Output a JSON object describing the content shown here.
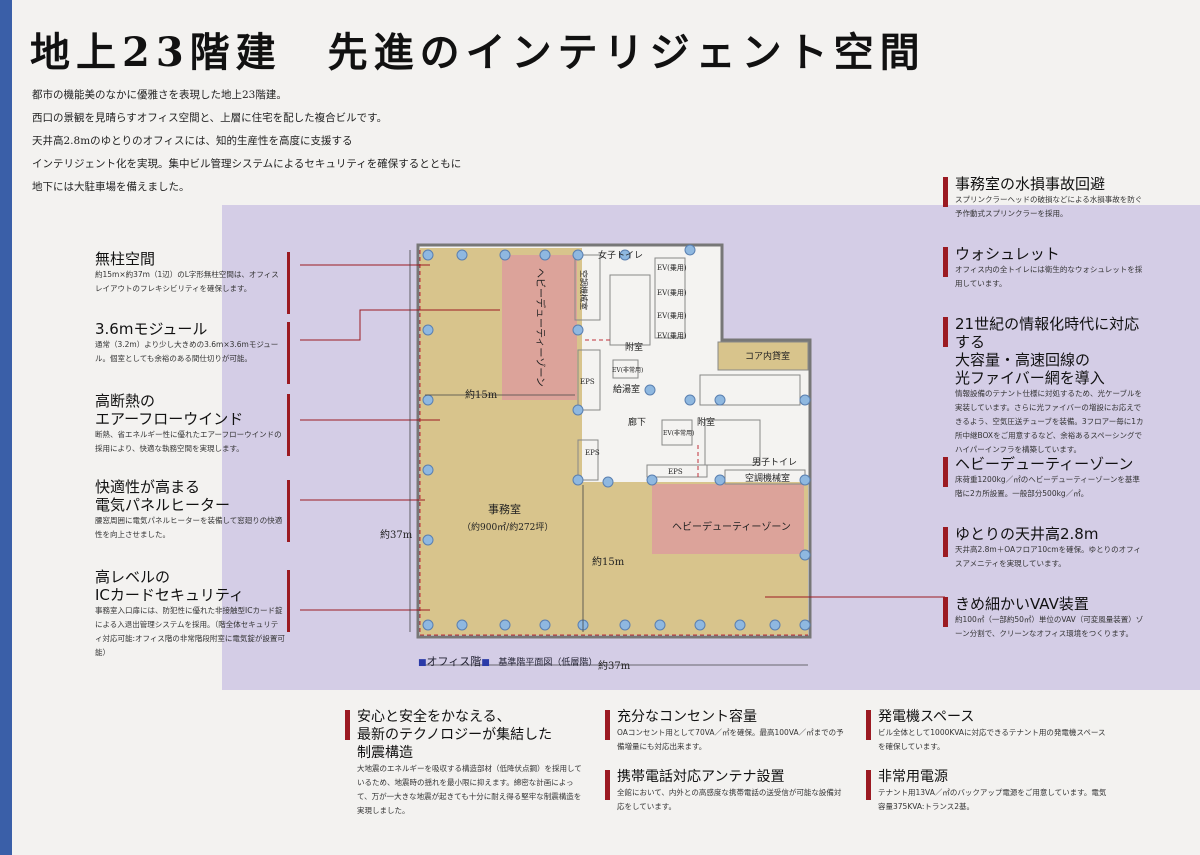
{
  "title": "地上23階建　先進のインテリジェント空間",
  "intro": [
    "都市の機能美のなかに優雅さを表現した地上23階建。",
    "西口の景観を見晴らすオフィス空間と、上層に住宅を配した複合ビルです。",
    "天井高2.8mのゆとりのオフィスには、知的生産性を高度に支援する",
    "インテリジェント化を実現。集中ビル管理システムによるセキュリティを確保するとともに",
    "地下には大駐車場を備えました。"
  ],
  "left_features": [
    {
      "title": "無柱空間",
      "text": "約15m×約37m（1辺）のL字形無柱空間は、オフィスレイアウトのフレキシビリティを確保します。"
    },
    {
      "title": "3.6mモジュール",
      "text": "通常（3.2m）より少し大きめの3.6m×3.6mモジュール。個室としても余裕のある間仕切りが可能。"
    },
    {
      "title": "高断熱の\nエアーフローウインド",
      "text": "断熱、省エネルギー性に優れたエアーフローウインドの採用により、快適な執務空間を実現します。"
    },
    {
      "title": "快適性が高まる\n電気パネルヒーター",
      "text": "腰窓周囲に電気パネルヒーターを装備して窓廻りの快適性を向上させました。"
    },
    {
      "title": "高レベルの\nICカードセキュリティ",
      "text": "事務室入口扉には、防犯性に優れた非接触型ICカード錠による入退出管理システムを採用。（階全体セキュリティ対応可能:オフィス階の非常階段附室に電気錠が設置可能）"
    }
  ],
  "right_features": [
    {
      "title": "事務室の水損事故回避",
      "text": "スプリンクラーヘッドの破損などによる水損事故を防ぐ予作動式スプリンクラーを採用。"
    },
    {
      "title": "ウォシュレット",
      "text": "オフィス内の全トイレには衛生的なウォシュレットを採用しています。"
    },
    {
      "title": "21世紀の情報化時代に対応する\n大容量・高速回線の\n光ファイバー網を導入",
      "text": "情報設備のテナント仕様に対処するため、光ケーブルを実装しています。さらに光ファイバーの増設にお応えできるよう、空気圧送チューブを装備。3フロアー毎に1カ所中継BOXをご用意するなど、余裕あるスペーシングでハイパーインフラを構築しています。"
    },
    {
      "title": "ヘビーデューティーゾーン",
      "text": "床荷重1200kg／㎡のヘビーデューティーゾーンを基準階に2カ所設置。一般部分500kg／㎡。"
    },
    {
      "title": "ゆとりの天井高2.8m",
      "text": "天井高2.8m＋OAフロア10cmを確保。ゆとりのオフィスアメニティを実現しています。"
    },
    {
      "title": "きめ細かいVAV装置",
      "text": "約100㎡（一部約50㎡）単位のVAV（可変風量装置）ゾーン分割で、クリーンなオフィス環境をつくります。"
    }
  ],
  "bottom_features": [
    {
      "title": "安心と安全をかなえる、\n最新のテクノロジーが集結した\n制震構造",
      "text": "大地震のエネルギーを吸収する構造部材（低降伏点鋼）を採用しているため、地震時の揺れを最小限に抑えます。綿密な計画によって、万が一大きな地震が起きても十分に耐え得る堅牢な制震構造を実現しました。"
    },
    {
      "title": "充分なコンセント容量",
      "text": "OAコンセント用として70VA／㎡を確保。最高100VA／㎡までの予備増量にも対応出来ます。"
    },
    {
      "title": "携帯電話対応アンテナ設置",
      "text": "全館において、内外との高感度な携帯電話の送受信が可能な設備対応をしています。"
    },
    {
      "title": "発電機スペース",
      "text": "ビル全体として1000KVAに対応できるテナント用の発電機スペースを確保しています。"
    },
    {
      "title": "非常用電源",
      "text": "テナント用13VA／㎡のバックアップ電源をご用意しています。電気容量375KVA:トランス2基。"
    }
  ],
  "plan": {
    "womens_toilet": "女子トイレ",
    "ac_room": "空調機械室",
    "ev_passenger": "EV(乗用)",
    "ev_emergency": "EV(非常用)",
    "vestibule": "附室",
    "pantry": "給湯室",
    "eps": "EPS",
    "core_rental": "コア内貸室",
    "corridor": "廊下",
    "mens_toilet": "男子トイレ",
    "heavy_zone": "ヘビーデューティーゾーン",
    "office": "事務室",
    "office_area": "（約900㎡/約272坪）",
    "dim_15": "約15m",
    "dim_37": "約37m",
    "caption_floor": "オフィス階",
    "caption_plan": "基準階平面図（低層階）"
  },
  "colors": {
    "band": "#d4cde6",
    "office": "#d8c48c",
    "heavy": "#dca39a",
    "accent": "#9b1a22",
    "column": "#8fb8e0"
  }
}
